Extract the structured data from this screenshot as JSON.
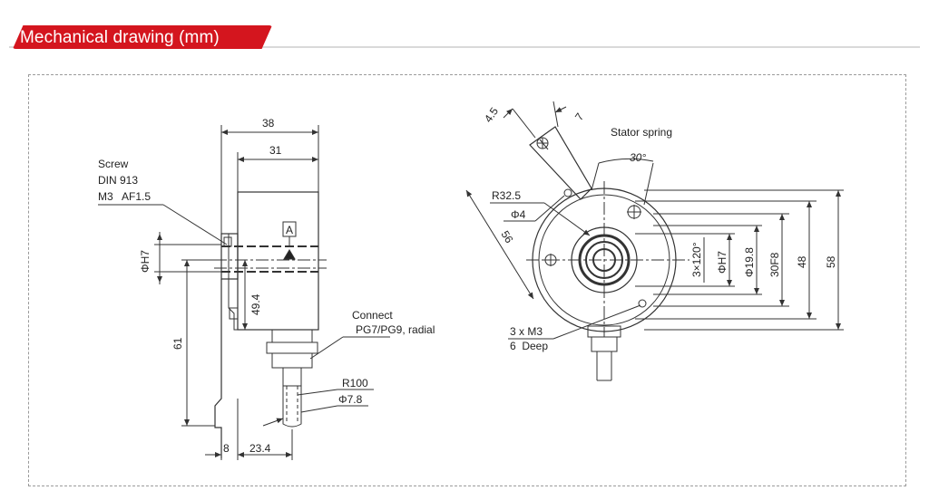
{
  "header": {
    "title": "Mechanical drawing (mm)"
  },
  "colors": {
    "accent": "#d4151e",
    "line": "#333333"
  },
  "side_view": {
    "dim_38": "38",
    "dim_31": "31",
    "screw_label": [
      "Screw",
      "DIN 913",
      "M3   AF1.5"
    ],
    "datum": "A",
    "dim_h7": "ΦH7",
    "dim_49_4": "49.4",
    "dim_61": "61",
    "dim_8": "8",
    "dim_23_4": "23.4",
    "connect_label": [
      "Connect",
      "PG7/PG9, radial"
    ],
    "r100": "R100",
    "phi78": "Φ7.8"
  },
  "front_view": {
    "dim_4_5": "4.5",
    "dim_7": "7",
    "stator_spring": "Stator spring",
    "angle_30": "30°",
    "r32_5": "R32.5",
    "phi4": "Φ4",
    "dim_56": "56",
    "holes": "3×120°",
    "phi_h7": "ΦH7",
    "phi19_8": "Φ19.8",
    "f30": "30F8",
    "dim_48": "48",
    "dim_58": "58",
    "m3_label": [
      "3 x M3",
      "6  Deep"
    ]
  }
}
